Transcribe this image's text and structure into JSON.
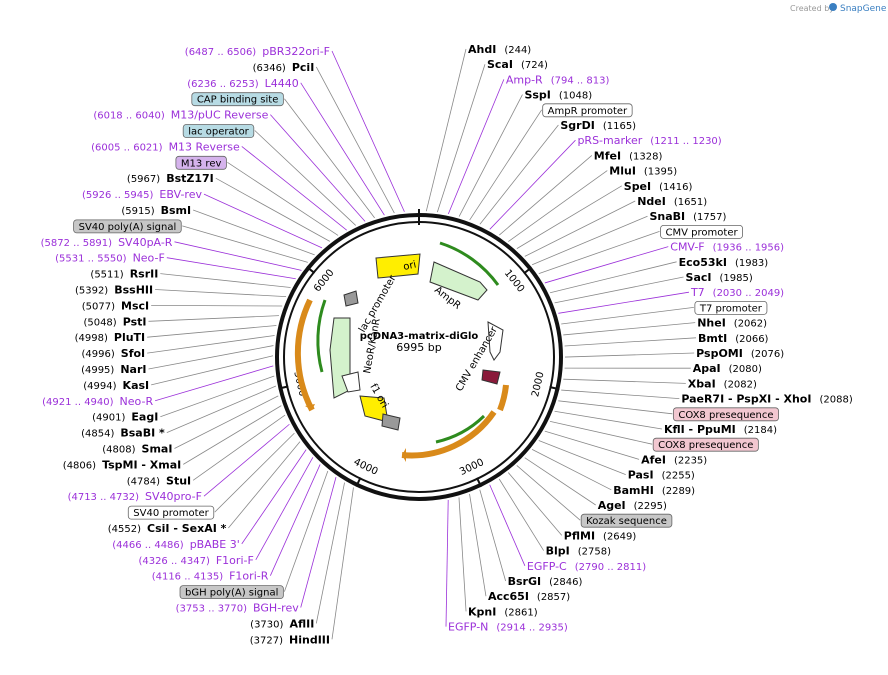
{
  "credit": {
    "prefix": "Created by",
    "logo": "SnapGene"
  },
  "plasmid": {
    "name": "pcDNA3-matrix-diGlo",
    "size": "6995 bp"
  },
  "ring_ticks": [
    "1000",
    "2000",
    "3000",
    "4000",
    "5000",
    "6000"
  ],
  "map_labels": {
    "ori": "ori",
    "ampr": "AmpR",
    "lac_promoter": "lac promoter",
    "neor": "NeoR/KanR",
    "f1_ori": "f1 ori",
    "cmv_enhancer": "CMV enhancer"
  },
  "colors": {
    "primer": "#9b30d9",
    "cap_box": "#b7dbe4",
    "grey_box": "#c7c7c7",
    "pink_box": "#f2c7d0",
    "purple_box": "#d5b3ec",
    "orf": "#d98a1a",
    "ampr_fill": "#d4f2cc",
    "yellow": "#ffee00"
  },
  "right_labels": [
    {
      "name": "AhdI",
      "pos": "(244)",
      "kind": "site"
    },
    {
      "name": "ScaI",
      "pos": "(724)",
      "kind": "site"
    },
    {
      "name": "Amp-R",
      "pos": "(794 .. 813)",
      "kind": "primer"
    },
    {
      "name": "SspI",
      "pos": "(1048)",
      "kind": "site"
    },
    {
      "name": "AmpR promoter",
      "pos": "",
      "kind": "box-white"
    },
    {
      "name": "SgrDI",
      "pos": "(1165)",
      "kind": "site"
    },
    {
      "name": "pRS-marker",
      "pos": "(1211 .. 1230)",
      "kind": "primer"
    },
    {
      "name": "MfeI",
      "pos": "(1328)",
      "kind": "site"
    },
    {
      "name": "MluI",
      "pos": "(1395)",
      "kind": "site"
    },
    {
      "name": "SpeI",
      "pos": "(1416)",
      "kind": "site"
    },
    {
      "name": "NdeI",
      "pos": "(1651)",
      "kind": "site"
    },
    {
      "name": "SnaBI",
      "pos": "(1757)",
      "kind": "site"
    },
    {
      "name": "CMV promoter",
      "pos": "",
      "kind": "box-white"
    },
    {
      "name": "CMV-F",
      "pos": "(1936 .. 1956)",
      "kind": "primer"
    },
    {
      "name": "Eco53kI",
      "pos": "(1983)",
      "kind": "site"
    },
    {
      "name": "SacI",
      "pos": "(1985)",
      "kind": "site"
    },
    {
      "name": "T7",
      "pos": "(2030 .. 2049)",
      "kind": "primer"
    },
    {
      "name": "T7 promoter",
      "pos": "",
      "kind": "box-white"
    },
    {
      "name": "NheI",
      "pos": "(2062)",
      "kind": "site"
    },
    {
      "name": "BmtI",
      "pos": "(2066)",
      "kind": "site"
    },
    {
      "name": "PspOMI",
      "pos": "(2076)",
      "kind": "site"
    },
    {
      "name": "ApaI",
      "pos": "(2080)",
      "kind": "site"
    },
    {
      "name": "XbaI",
      "pos": "(2082)",
      "kind": "site"
    },
    {
      "name": "PaeR7I - PspXI - XhoI",
      "pos": "(2088)",
      "kind": "site"
    },
    {
      "name": "COX8 presequence",
      "pos": "",
      "kind": "box-pink"
    },
    {
      "name": "KflI - PpuMI",
      "pos": "(2184)",
      "kind": "site"
    },
    {
      "name": "COX8 presequence",
      "pos": "",
      "kind": "box-pink"
    },
    {
      "name": "AfeI",
      "pos": "(2235)",
      "kind": "site"
    },
    {
      "name": "PasI",
      "pos": "(2255)",
      "kind": "site"
    },
    {
      "name": "BamHI",
      "pos": "(2289)",
      "kind": "site"
    },
    {
      "name": "AgeI",
      "pos": "(2295)",
      "kind": "site"
    },
    {
      "name": "Kozak sequence",
      "pos": "",
      "kind": "box-grey"
    },
    {
      "name": "PflMI",
      "pos": "(2649)",
      "kind": "site"
    },
    {
      "name": "BlpI",
      "pos": "(2758)",
      "kind": "site"
    },
    {
      "name": "EGFP-C",
      "pos": "(2790 .. 2811)",
      "kind": "primer"
    },
    {
      "name": "BsrGI",
      "pos": "(2846)",
      "kind": "site"
    },
    {
      "name": "Acc65I",
      "pos": "(2857)",
      "kind": "site"
    },
    {
      "name": "KpnI",
      "pos": "(2861)",
      "kind": "site"
    },
    {
      "name": "EGFP-N",
      "pos": "(2914 .. 2935)",
      "kind": "primer"
    }
  ],
  "left_labels": [
    {
      "name": "pBR322ori-F",
      "pos": "(6487 .. 6506)",
      "kind": "primer"
    },
    {
      "name": "PciI",
      "pos": "(6346)",
      "kind": "site"
    },
    {
      "name": "L4440",
      "pos": "(6236 .. 6253)",
      "kind": "primer"
    },
    {
      "name": "CAP binding site",
      "pos": "",
      "kind": "box-cap"
    },
    {
      "name": "M13/pUC Reverse",
      "pos": "(6018 .. 6040)",
      "kind": "primer"
    },
    {
      "name": "lac operator",
      "pos": "",
      "kind": "box-cap"
    },
    {
      "name": "M13 Reverse",
      "pos": "(6005 .. 6021)",
      "kind": "primer"
    },
    {
      "name": "M13 rev",
      "pos": "",
      "kind": "box-purple"
    },
    {
      "name": "BstZ17I",
      "pos": "(5967)",
      "kind": "site"
    },
    {
      "name": "EBV-rev",
      "pos": "(5926 .. 5945)",
      "kind": "primer"
    },
    {
      "name": "BsmI",
      "pos": "(5915)",
      "kind": "site"
    },
    {
      "name": "SV40 poly(A) signal",
      "pos": "",
      "kind": "box-grey"
    },
    {
      "name": "SV40pA-R",
      "pos": "(5872 .. 5891)",
      "kind": "primer"
    },
    {
      "name": "Neo-F",
      "pos": "(5531 .. 5550)",
      "kind": "primer"
    },
    {
      "name": "RsrII",
      "pos": "(5511)",
      "kind": "site"
    },
    {
      "name": "BssHII",
      "pos": "(5392)",
      "kind": "site"
    },
    {
      "name": "MscI",
      "pos": "(5077)",
      "kind": "site"
    },
    {
      "name": "PstI",
      "pos": "(5048)",
      "kind": "site"
    },
    {
      "name": "PluTI",
      "pos": "(4998)",
      "kind": "site"
    },
    {
      "name": "SfoI",
      "pos": "(4996)",
      "kind": "site"
    },
    {
      "name": "NarI",
      "pos": "(4995)",
      "kind": "site"
    },
    {
      "name": "KasI",
      "pos": "(4994)",
      "kind": "site"
    },
    {
      "name": "Neo-R",
      "pos": "(4921 .. 4940)",
      "kind": "primer"
    },
    {
      "name": "EagI",
      "pos": "(4901)",
      "kind": "site"
    },
    {
      "name": "BsaBI *",
      "pos": "(4854)",
      "kind": "site"
    },
    {
      "name": "SmaI",
      "pos": "(4808)",
      "kind": "site"
    },
    {
      "name": "TspMI - XmaI",
      "pos": "(4806)",
      "kind": "site"
    },
    {
      "name": "StuI",
      "pos": "(4784)",
      "kind": "site"
    },
    {
      "name": "SV40pro-F",
      "pos": "(4713 .. 4732)",
      "kind": "primer"
    },
    {
      "name": "SV40 promoter",
      "pos": "",
      "kind": "box-white"
    },
    {
      "name": "CsiI - SexAI *",
      "pos": "(4552)",
      "kind": "site"
    },
    {
      "name": "pBABE 3'",
      "pos": "(4466 .. 4486)",
      "kind": "primer"
    },
    {
      "name": "F1ori-F",
      "pos": "(4326 .. 4347)",
      "kind": "primer"
    },
    {
      "name": "F1ori-R",
      "pos": "(4116 .. 4135)",
      "kind": "primer"
    },
    {
      "name": "bGH poly(A) signal",
      "pos": "",
      "kind": "box-grey"
    },
    {
      "name": "BGH-rev",
      "pos": "(3753 .. 3770)",
      "kind": "primer"
    },
    {
      "name": "AflII",
      "pos": "(3730)",
      "kind": "site"
    },
    {
      "name": "HindIII",
      "pos": "(3727)",
      "kind": "site"
    }
  ]
}
